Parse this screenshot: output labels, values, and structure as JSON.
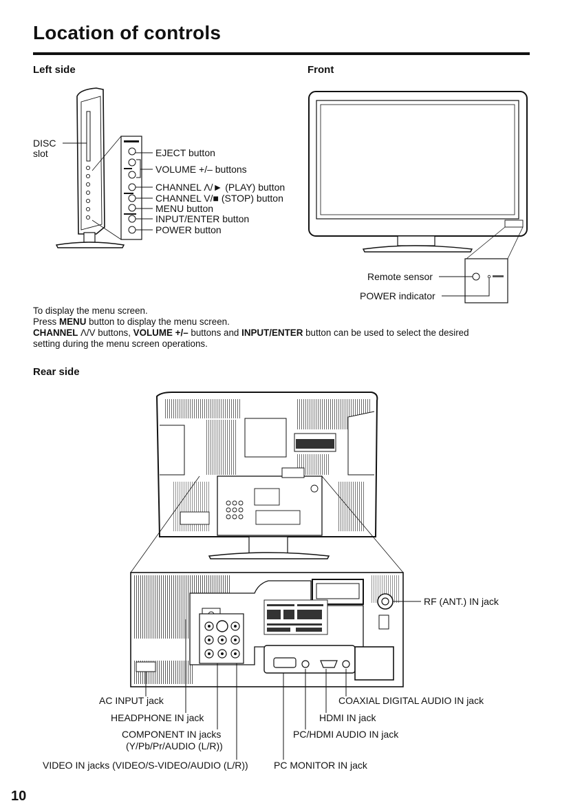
{
  "page": {
    "title": "Location of controls",
    "page_number": "10"
  },
  "left_side": {
    "heading": "Left side",
    "disc_slot_line1": "DISC",
    "disc_slot_line2": "slot",
    "labels": [
      "EJECT button",
      "VOLUME +/– buttons",
      "CHANNEL Λ/► (PLAY) button",
      "CHANNEL V/■ (STOP) button",
      "MENU button",
      "INPUT/ENTER button",
      "POWER button"
    ]
  },
  "front": {
    "heading": "Front",
    "remote_sensor": "Remote sensor",
    "power_indicator": "POWER indicator"
  },
  "menu_text": {
    "line1": "To display the menu screen.",
    "line2_pre": "Press ",
    "line2_bold": "MENU",
    "line2_post": " button to display the menu screen.",
    "line3_b1": "CHANNEL ",
    "line3_sym": "Λ/V",
    "line3_t1": " buttons, ",
    "line3_b2": "VOLUME +/–",
    "line3_t2": " buttons and ",
    "line3_b3": "INPUT/ENTER",
    "line3_t3": " button can be used to select the desired",
    "line4": "setting during the menu screen operations."
  },
  "rear_side": {
    "heading": "Rear side",
    "rf_jack": "RF (ANT.) IN jack",
    "ac_input": "AC INPUT jack",
    "headphone": "HEADPHONE IN jack",
    "component_line1": "COMPONENT IN jacks",
    "component_line2": "(Y/Pb/Pr/AUDIO (L/R))",
    "video_in": "VIDEO IN jacks (VIDEO/S-VIDEO/AUDIO (L/R))",
    "coaxial": "COAXIAL DIGITAL AUDIO IN jack",
    "hdmi": "HDMI IN jack",
    "pc_hdmi_audio": "PC/HDMI AUDIO IN jack",
    "pc_monitor": "PC MONITOR IN jack"
  }
}
